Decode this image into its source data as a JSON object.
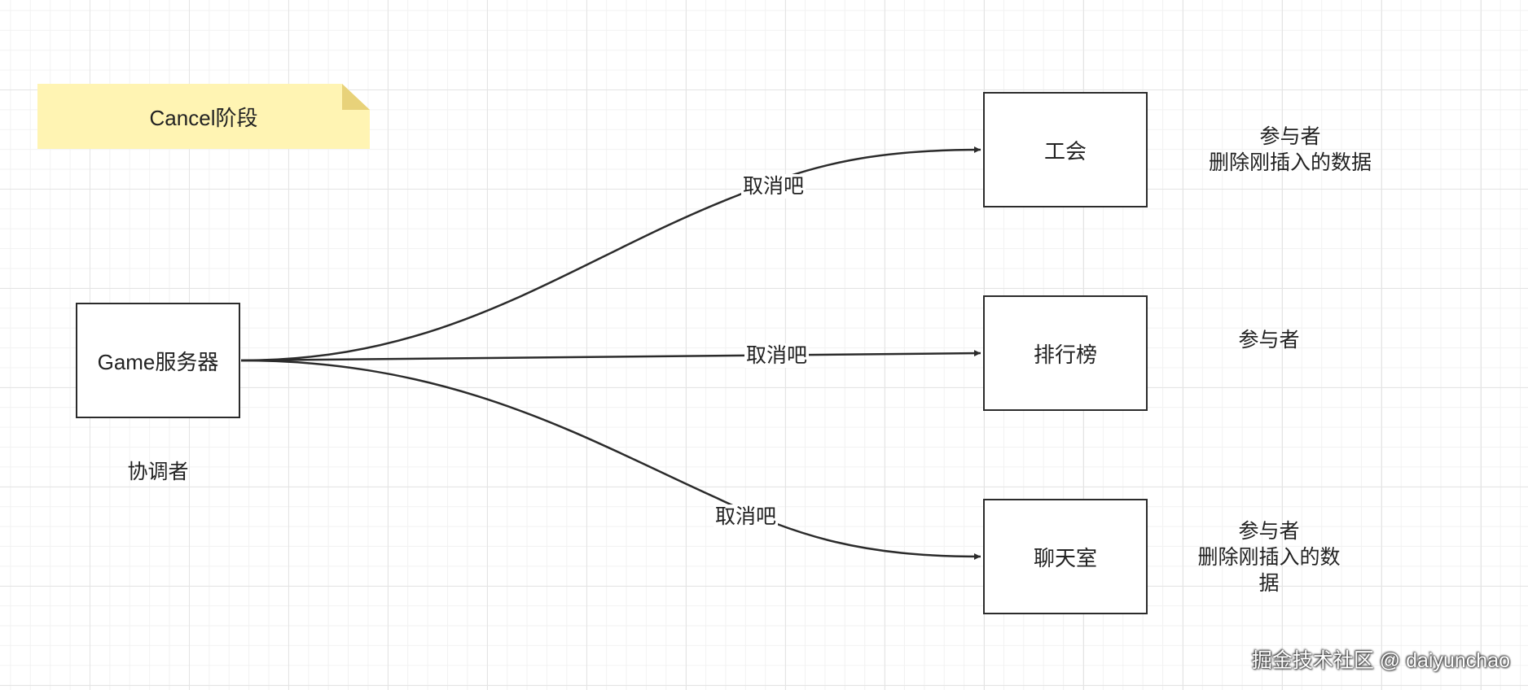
{
  "note": {
    "text": "Cancel阶段"
  },
  "coordinator": {
    "label": "Game服务器",
    "caption": "协调者"
  },
  "participants": [
    {
      "label": "工会",
      "note_lines": [
        "参与者",
        "删除刚插入的数据"
      ]
    },
    {
      "label": "排行榜",
      "note_lines": [
        "参与者"
      ]
    },
    {
      "label": "聊天室",
      "note_lines": [
        "参与者",
        "删除刚插入的数",
        "据"
      ]
    }
  ],
  "edges": [
    {
      "label": "取消吧"
    },
    {
      "label": "取消吧"
    },
    {
      "label": "取消吧"
    }
  ],
  "watermark": "掘金技术社区 @ daiyunchao",
  "colors": {
    "note_fill": "#fff4b3",
    "stroke": "#2b2b2b",
    "grid": "#e4e4e4"
  }
}
